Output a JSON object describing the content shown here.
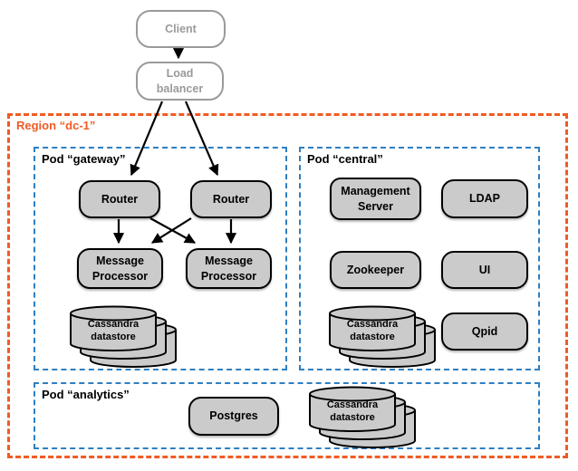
{
  "diagram": {
    "external": {
      "client": "Client",
      "load_balancer": "Load balancer"
    },
    "region": {
      "label": "Region “dc-1”"
    },
    "pods": {
      "gateway": {
        "label": "Pod “gateway”",
        "router_1": "Router",
        "router_2": "Router",
        "message_processor_1": "Message Processor",
        "message_processor_2": "Message Processor",
        "datastore": "Cassandra datastore"
      },
      "central": {
        "label": "Pod “central”",
        "management_server": "Management Server",
        "ldap": "LDAP",
        "zookeeper": "Zookeeper",
        "ui": "UI",
        "datastore": "Cassandra datastore",
        "qpid": "Qpid"
      },
      "analytics": {
        "label": "Pod “analytics”",
        "postgres": "Postgres",
        "datastore": "Cassandra datastore"
      }
    },
    "colors": {
      "region_border": "#f05b24",
      "pod_border": "#2e7fc2",
      "node_fill": "#cbcbcb",
      "node_border": "#000000",
      "external_border": "#9a9a9a",
      "external_text": "#9a9a9a",
      "arrow": "#000000"
    }
  }
}
